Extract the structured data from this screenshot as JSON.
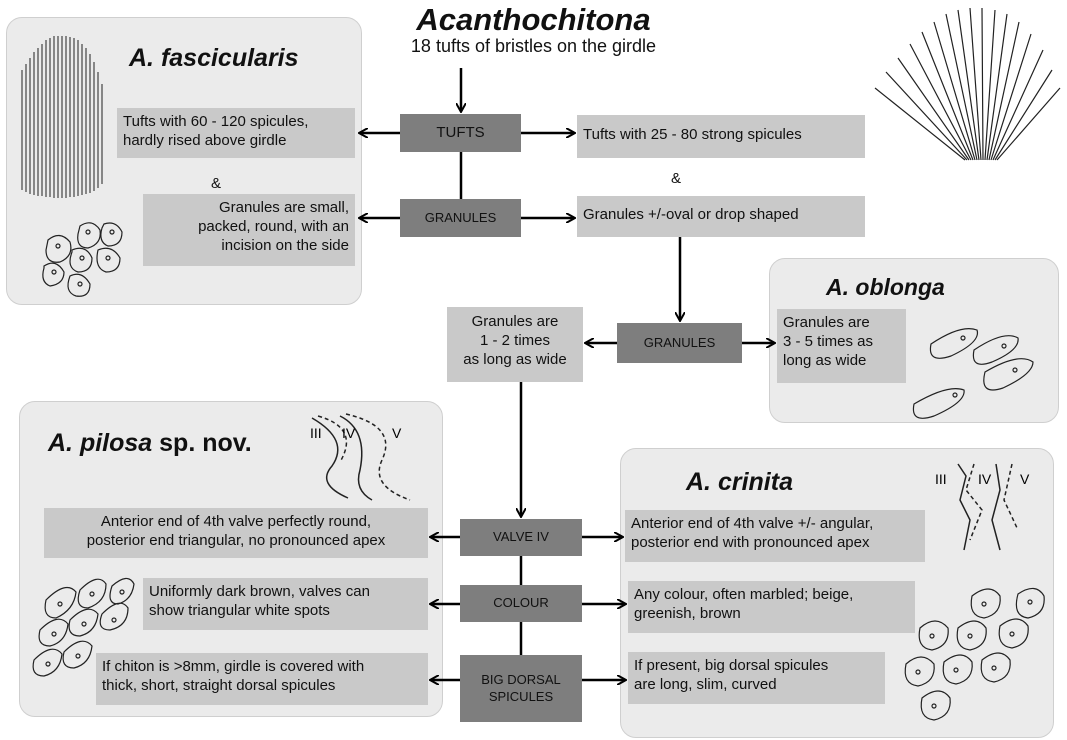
{
  "title": "Acanthochitona",
  "subtitle": "18 tufts of bristles on the girdle",
  "nodes": {
    "tufts": "TUFTS",
    "granules_1": "GRANULES",
    "granules_2": "GRANULES",
    "valve_iv": "VALVE IV",
    "colour": "COLOUR",
    "big_dorsal_1": "BIG DORSAL",
    "big_dorsal_2": "SPICULES"
  },
  "connector_amp": "&",
  "species": {
    "fascicularis": {
      "name": "A. fascicularis",
      "tufts": [
        "Tufts with 60 - 120 spicules,",
        "hardly rised above girdle"
      ],
      "granules": [
        "Granules are small,",
        "packed, round, with an",
        "incision on the side"
      ]
    },
    "right_branch": {
      "tufts": "Tufts with 25 - 80 strong spicules",
      "granules": "Granules +/-oval or drop shaped"
    },
    "oblonga": {
      "name": "A. oblonga",
      "granules": [
        "Granules are",
        "3 - 5 times as",
        "long as wide"
      ]
    },
    "middle": {
      "granules": [
        "Granules are",
        "1 - 2 times",
        "as long as wide"
      ]
    },
    "pilosa": {
      "name": "A. pilosa",
      "name_suffix": "sp. nov.",
      "valve": [
        "Anterior end of 4th valve perfectly round,",
        "posterior end triangular, no pronounced apex"
      ],
      "colour": [
        "Uniformly dark brown, valves can",
        "show triangular white spots"
      ],
      "spicules": [
        "If chiton is >8mm, girdle is covered with",
        "thick, short, straight dorsal spicules"
      ]
    },
    "crinita": {
      "name": "A. crinita",
      "valve": [
        "Anterior end of 4th valve +/- angular,",
        "posterior end with pronounced apex"
      ],
      "colour": [
        "Any colour, often marbled; beige,",
        "greenish, brown"
      ],
      "spicules": [
        "If present, big dorsal spicules",
        "are long, slim, curved"
      ]
    }
  },
  "valve_labels": {
    "iii": "III",
    "iv": "IV",
    "v": "V"
  }
}
